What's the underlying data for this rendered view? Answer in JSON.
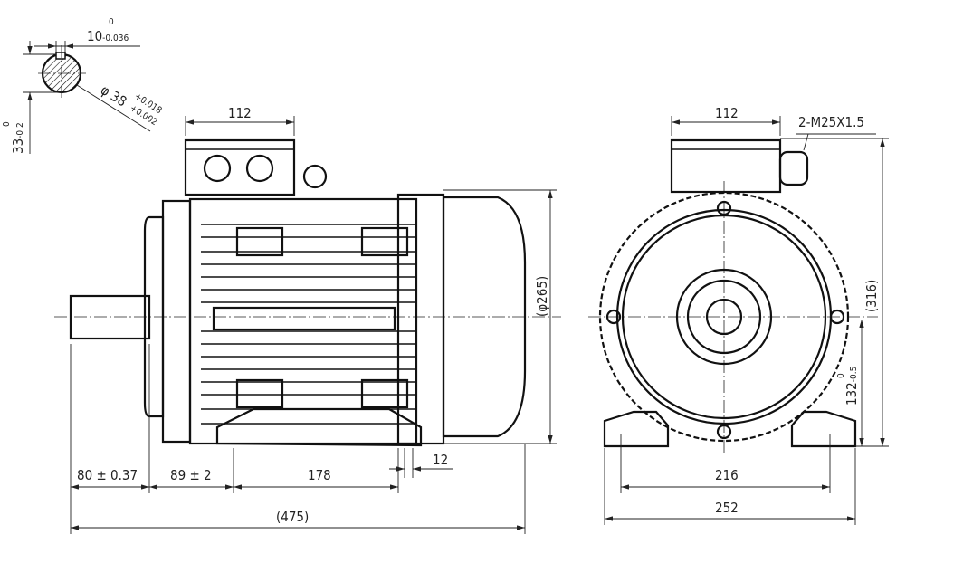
{
  "keyway_section": {
    "key_width": "10",
    "key_width_tol_upper": "0",
    "key_width_tol_lower": "-0.036",
    "key_depth": "33",
    "key_depth_tol_upper": "0",
    "key_depth_tol_lower": "-0.2",
    "shaft_diameter": "φ 38",
    "shaft_tol_upper": "+0.018",
    "shaft_tol_lower": "+0.002"
  },
  "side_view": {
    "terminal_box_width": "112",
    "fan_cover_diameter": "(φ265)",
    "shaft_length": "80 ± 0.37",
    "shaft_to_foot": "89 ± 2",
    "foot_hole_spacing": "178",
    "foot_hole_dia": "12",
    "overall_length": "(475)"
  },
  "front_view": {
    "terminal_box_width": "112",
    "cable_gland": "2-M25X1.5",
    "overall_height": "(316)",
    "shaft_height": "132",
    "shaft_height_tol_upper": "0",
    "shaft_height_tol_lower": "-0.5",
    "foot_hole_spacing": "216",
    "foot_width": "252"
  }
}
